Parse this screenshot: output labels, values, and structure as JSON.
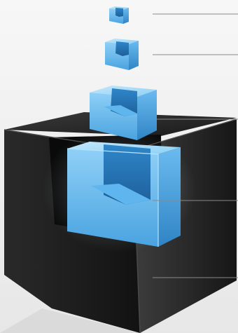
{
  "diagram": {
    "type": "nested-cube-hierarchy",
    "background": "#f2f2f2",
    "levels": [
      {
        "id": "level-1",
        "color": "#4aa3e0",
        "shade": "light-blue"
      },
      {
        "id": "level-2",
        "color": "#4aa3e0",
        "shade": "light-blue"
      },
      {
        "id": "level-3",
        "color": "#4aa3e0",
        "shade": "light-blue"
      },
      {
        "id": "level-4",
        "color": "#4aa3e0",
        "shade": "light-blue"
      },
      {
        "id": "level-5",
        "color": "#1b1b1b",
        "shade": "black"
      }
    ],
    "callout_color": "#8a8a8a"
  }
}
